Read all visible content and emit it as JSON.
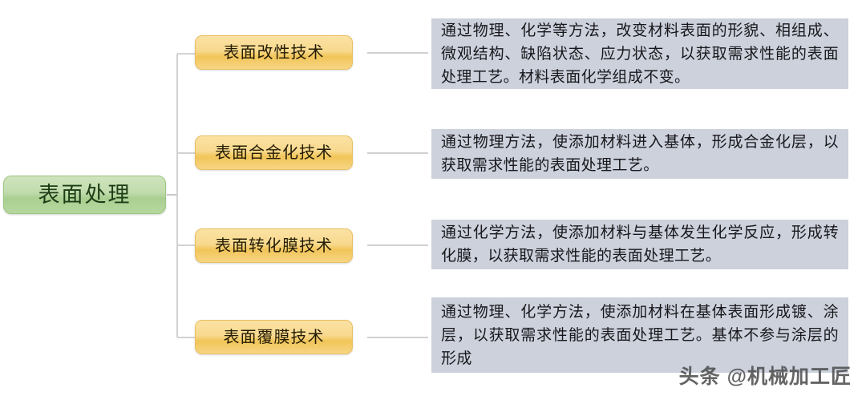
{
  "diagram": {
    "type": "mind-map",
    "root": {
      "label": "表面处理",
      "color": "#b6d7a0"
    },
    "branch_color": "#f5cf78",
    "description_color": "#ccd1dc",
    "branches": [
      {
        "label": "表面改性技术",
        "description": "通过物理、化学等方法，改变材料表面的形貌、相组成、微观结构、缺陷状态、应力状态，以获取需求性能的表面处理工艺。材料表面化学组成不变。"
      },
      {
        "label": "表面合金化技术",
        "description": "通过物理方法，使添加材料进入基体，形成合金化层，以获取需求性能的表面处理工艺。"
      },
      {
        "label": "表面转化膜技术",
        "description": "通过化学方法，使添加材料与基体发生化学反应，形成转化膜，以获取需求性能的表面处理工艺。"
      },
      {
        "label": "表面覆膜技术",
        "description": "通过物理、化学方法，使添加材料在基体表面形成镀、涂层，以获取需求性能的表面处理工艺。基体不参与涂层的形成"
      }
    ]
  },
  "watermark": {
    "text": "头条 @机械加工匠"
  }
}
